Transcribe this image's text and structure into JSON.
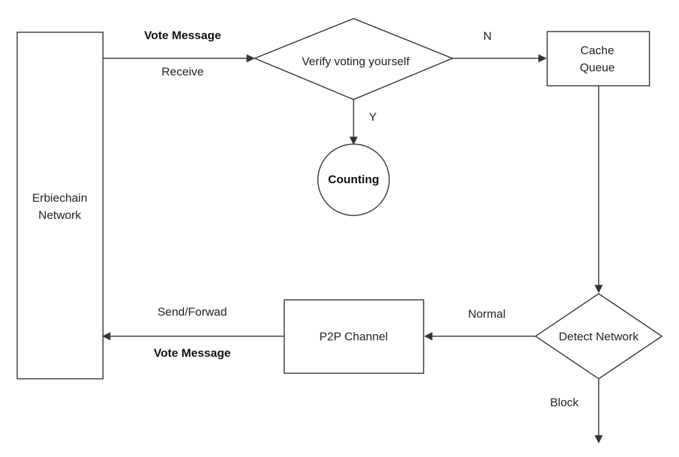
{
  "nodes": {
    "erbiechain_network": {
      "line1": "Erbiechain",
      "line2": "Network"
    },
    "verify_diamond": {
      "label": "Verify voting yourself"
    },
    "cache_queue": {
      "line1": "Cache",
      "line2": "Queue"
    },
    "counting": {
      "label": "Counting"
    },
    "detect_network": {
      "label": "Detect Network"
    },
    "p2p_channel": {
      "label": "P2P Channel"
    }
  },
  "edges": {
    "top_message": "Vote Message",
    "receive": "Receive",
    "no": "N",
    "yes": "Y",
    "normal": "Normal",
    "block": "Block",
    "send_forward": "Send/Forwad",
    "bottom_message": "Vote Message"
  },
  "colors": {
    "stroke": "#333333",
    "text": "#222222",
    "background": "#ffffff"
  }
}
